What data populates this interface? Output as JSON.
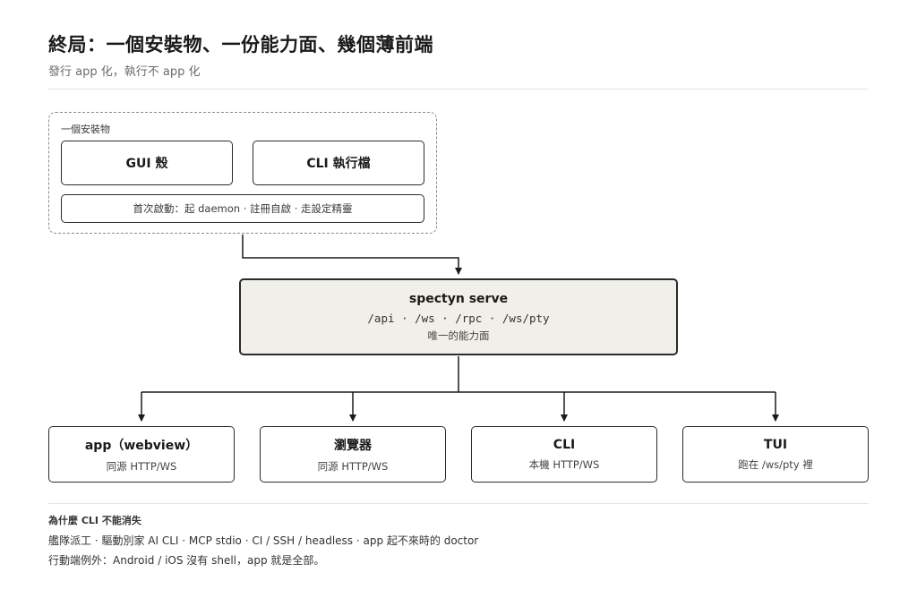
{
  "header": {
    "title": "終局：一個安裝物、一份能力面、幾個薄前端",
    "subtitle": "發行 app 化，執行不 app 化"
  },
  "installer": {
    "label": "一個安裝物",
    "gui_shell": "GUI 殼",
    "cli_binary": "CLI 執行檔",
    "first_launch": "首次啟動：起 daemon · 註冊自啟 · 走設定精靈"
  },
  "server": {
    "name": "spectyn serve",
    "endpoints": "/api · /ws · /rpc · /ws/pty",
    "description": "唯一的能力面"
  },
  "clients": [
    {
      "name": "app（webview）",
      "transport": "同源 HTTP/WS"
    },
    {
      "name": "瀏覽器",
      "transport": "同源 HTTP/WS"
    },
    {
      "name": "CLI",
      "transport": "本機 HTTP/WS"
    },
    {
      "name": "TUI",
      "transport": "跑在 /ws/pty 裡"
    }
  ],
  "notes": {
    "title": "為什麼 CLI 不能消失",
    "line1": "艦隊派工 · 驅動別家 AI CLI · MCP stdio · CI / SSH / headless · app 起不來時的 doctor",
    "line2": "行動端例外：Android / iOS 沒有 shell，app 就是全部。"
  }
}
